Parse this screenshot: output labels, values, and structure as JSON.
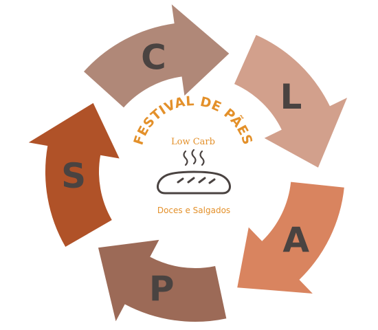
{
  "cycle": {
    "steps": [
      {
        "letter": "C",
        "color": "#b08878"
      },
      {
        "letter": "L",
        "color": "#d2a08c"
      },
      {
        "letter": "A",
        "color": "#d9845f"
      },
      {
        "letter": "P",
        "color": "#9c6a57"
      },
      {
        "letter": "S",
        "color": "#b05228"
      }
    ],
    "letter_color": "#4a4341"
  },
  "logo": {
    "title": "FESTIVAL DE PÃES",
    "subtitle": "Low Carb",
    "tagline": "Doces e Salgados",
    "icons": [
      "steam-icon",
      "bread-icon"
    ],
    "accent_color": "#e3902a"
  }
}
